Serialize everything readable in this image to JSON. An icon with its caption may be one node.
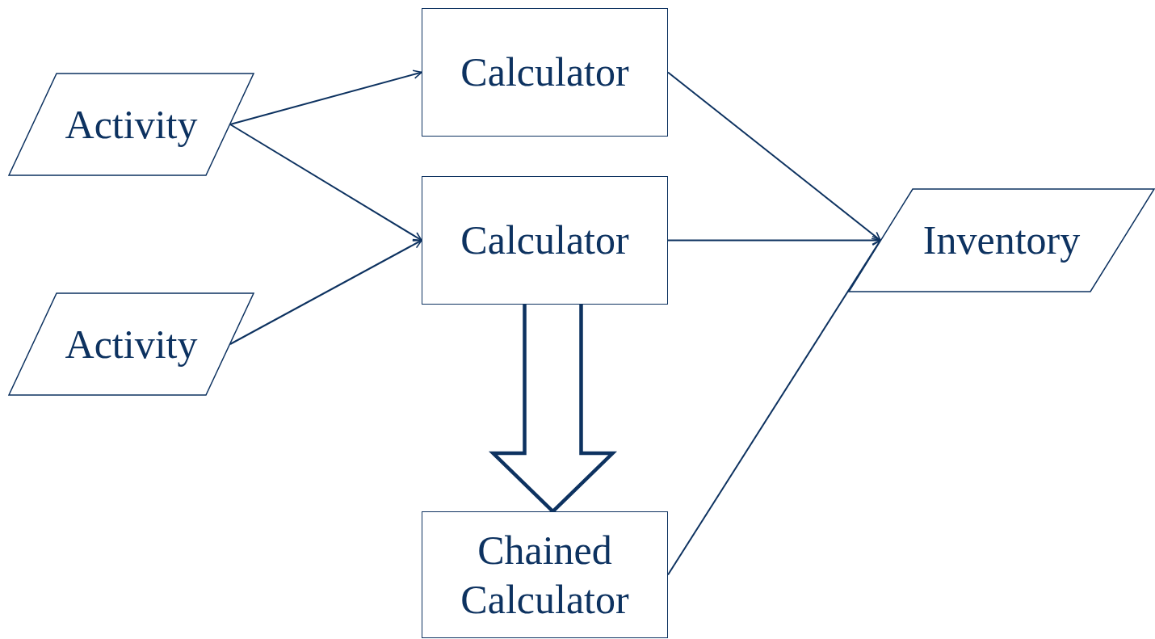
{
  "diagram": {
    "nodes": [
      {
        "text": [
          "Activity"
        ]
      },
      {
        "text": [
          "Activity"
        ]
      },
      {
        "text": [
          "Calculator"
        ]
      },
      {
        "text": [
          "Calculator"
        ]
      },
      {
        "text": [
          "Chained Calculator"
        ]
      },
      {
        "text": [
          "Inventory"
        ]
      }
    ],
    "edges": [
      {
        "from": 0,
        "to": 2,
        "arrow": "to"
      },
      {
        "from": 0,
        "to": 3,
        "arrow": "to"
      },
      {
        "from": 1,
        "to": 3,
        "arrow": "to"
      },
      {
        "from": 2,
        "to": 5,
        "arrow": "to"
      },
      {
        "from": 3,
        "to": 5,
        "arrow": "to"
      },
      {
        "from": 4,
        "to": 5,
        "arrow": "to"
      },
      {
        "from": 3,
        "to": 4,
        "arrow": "to",
        "style": "thick"
      }
    ]
  }
}
